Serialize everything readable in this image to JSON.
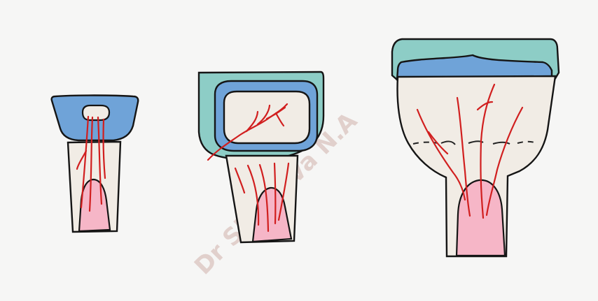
{
  "watermark": {
    "text": "Dr Shalaeva N.A"
  },
  "colors": {
    "background": "#f6f6f5",
    "outline": "#151515",
    "cartilage_teal": "#8dcdc6",
    "cartilage_blue": "#6fa3d8",
    "cartilage_matrix": "#f1ece5",
    "marrow_pink": "#f6b6c7",
    "vessel_red": "#d11f1f",
    "dashed_line": "#222222"
  },
  "panels": [
    {
      "name": "early-stage",
      "elements": [
        "blue-ossification-cap",
        "small-central-opening",
        "narrow-shaft",
        "pink-marrow-core",
        "blood-vessels"
      ]
    },
    {
      "name": "middle-stage",
      "elements": [
        "teal-outer-cartilage",
        "blue-ring",
        "secondary-ossification-center",
        "shaft",
        "pink-marrow-core",
        "blood-vessels"
      ]
    },
    {
      "name": "late-stage",
      "elements": [
        "teal-top-cartilage",
        "blue-cap-band",
        "epiphyseal-plate-line",
        "wide-shaft",
        "pink-marrow-core",
        "blood-vessels"
      ]
    }
  ]
}
